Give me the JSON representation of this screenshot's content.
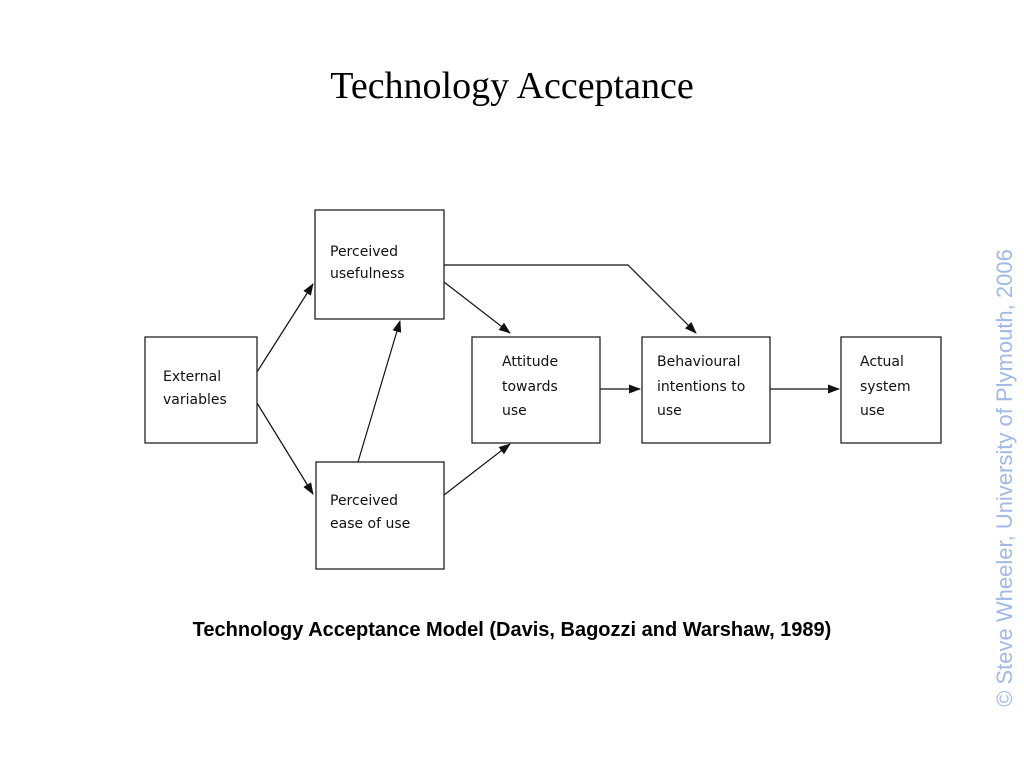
{
  "slide": {
    "title": "Technology Acceptance",
    "caption": "Technology Acceptance Model (Davis, Bagozzi and Warshaw, 1989)",
    "copyright": "© Steve Wheeler, University of Plymouth, 2006"
  },
  "diagram": {
    "nodes": {
      "external": [
        "External",
        "variables"
      ],
      "usefulness": [
        "Perceived",
        "usefulness"
      ],
      "ease": [
        "Perceived",
        "ease of use"
      ],
      "attitude": [
        "Attitude",
        "towards",
        "use"
      ],
      "intention": [
        "Behavioural",
        "intentions to",
        "use"
      ],
      "actual": [
        "Actual",
        "system",
        "use"
      ]
    }
  },
  "colors": {
    "title": "#000000",
    "copyright": "#9fb9e8",
    "box_stroke": "#222222"
  }
}
